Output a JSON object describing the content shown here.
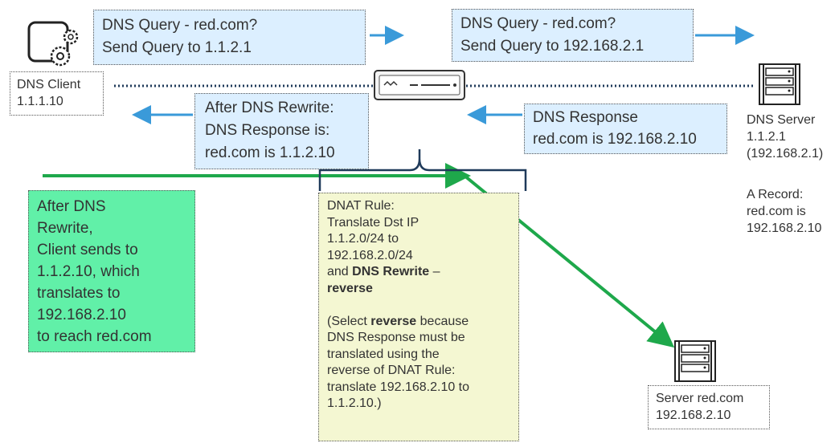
{
  "query_client": {
    "lines": [
      "DNS Query - red.com?",
      "Send Query to 1.1.2.1"
    ]
  },
  "query_server": {
    "lines": [
      "DNS Query - red.com?",
      "Send Query to 192.168.2.1"
    ]
  },
  "dns_client": {
    "lines": [
      "DNS Client",
      "1.1.1.10"
    ]
  },
  "after_rewrite": {
    "lines": [
      "After DNS Rewrite:",
      "DNS Response is:",
      "red.com is 1.1.2.10"
    ]
  },
  "dns_response": {
    "lines": [
      "DNS Response",
      "red.com is 192.168.2.10"
    ]
  },
  "dns_server": {
    "lines": [
      "DNS Server",
      "1.1.2.1",
      "(192.168.2.1)"
    ]
  },
  "a_record": {
    "lines": [
      "A Record:",
      "red.com is",
      "192.168.2.10"
    ]
  },
  "client_sends": {
    "lines": [
      "After DNS",
      "Rewrite,",
      "Client sends to",
      "1.1.2.10, which",
      "translates to",
      "192.168.2.10",
      "to reach red.com"
    ]
  },
  "dnat_rule": {
    "title": "DNAT Rule:",
    "l1": "Translate Dst IP",
    "l2": "1.1.2.0/24 to",
    "l3": "192.168.2.0/24",
    "l4_pre": "and ",
    "l4_bold": "DNS Rewrite",
    "l4_post": " –",
    "l5_bold": "reverse",
    "l6_pre": "(Select ",
    "l6_bold": "reverse",
    "l6_post": " because",
    "l7": "DNS Response must be",
    "l8": "translated using the",
    "l9": "reverse of DNAT Rule:",
    "l10": "translate 192.168.2.10 to",
    "l11": "1.1.2.10.)"
  },
  "server_red": {
    "lines": [
      "Server red.com",
      "192.168.2.10"
    ]
  },
  "colors": {
    "blue_arrow": "#3a9ad9",
    "green_arrow": "#1ea84b",
    "brace": "#1f3a5a"
  }
}
